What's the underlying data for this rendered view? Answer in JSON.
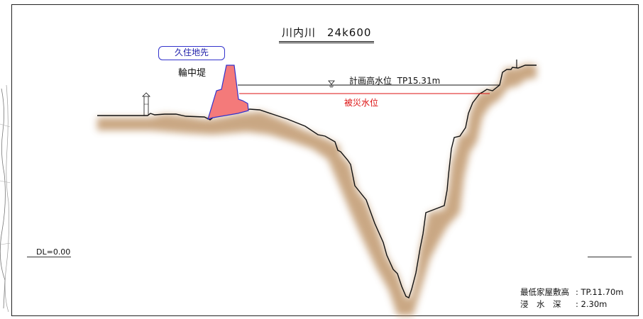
{
  "title": "川内川　24k600",
  "location_badge": "久住地先",
  "levee_label": "輪中堤",
  "planned_high_water": {
    "label": "計画高水位",
    "value": "TP15.31m"
  },
  "disaster_water_level": {
    "label": "被災水位"
  },
  "datum_label": "DL=0.00",
  "info": [
    {
      "label": "最低家屋敷高",
      "value": "TP.11.70m"
    },
    {
      "label": "浸　水　深",
      "value": "2.30m"
    }
  ],
  "colors": {
    "levee_fill": "#f47a7a",
    "levee_outline": "#3333cc",
    "disaster_line": "#dd1111",
    "ground_shadow": "#b88a5a",
    "line": "#111111"
  },
  "icons": [
    "water-level-triangle-icon",
    "house-marker-icon",
    "post-marker-icon"
  ]
}
